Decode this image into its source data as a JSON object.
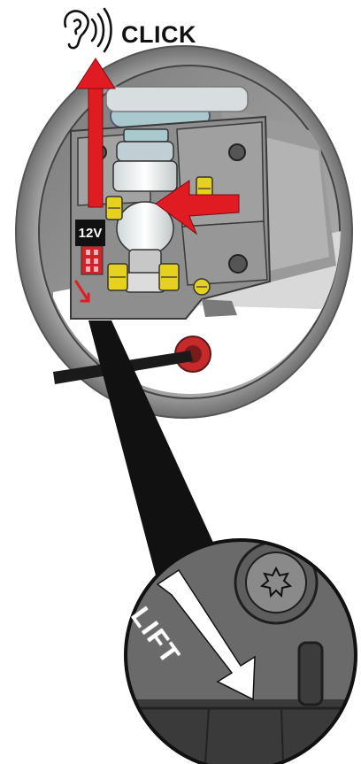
{
  "sound_cue": {
    "icon": "ear-icon",
    "label": "CLICK"
  },
  "voltage_label": "12V",
  "detail_label": "LIFT",
  "colors": {
    "arrow": "#e11b22",
    "housing": "#8c8c8c",
    "screws": "#e6d21e",
    "background": "#ffffff"
  }
}
